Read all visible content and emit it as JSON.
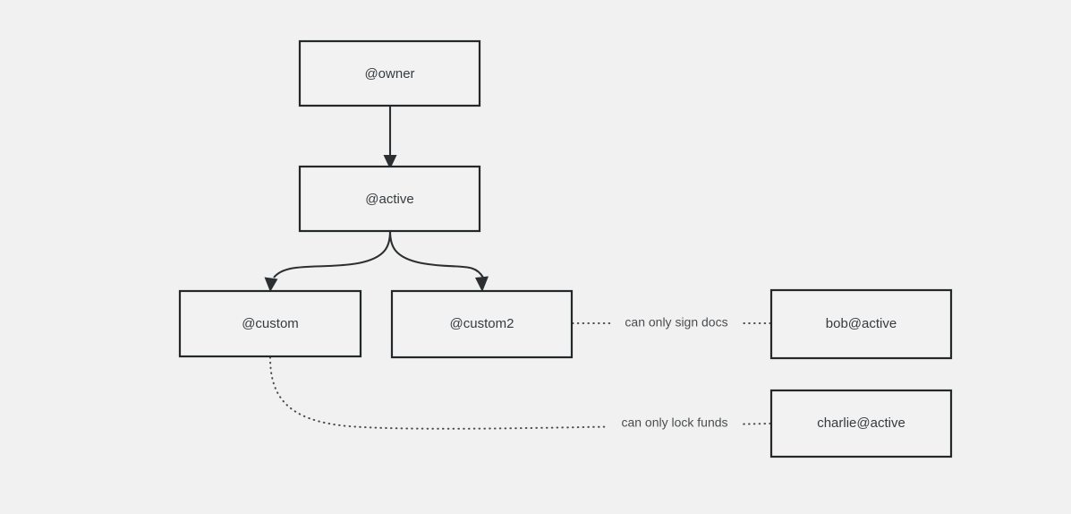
{
  "diagram": {
    "type": "flowchart",
    "background_color": "#f1f1f1",
    "node_fill_color": "#f2f2f2",
    "node_border_color": "#25282a",
    "text_color": "#363b3f",
    "edge_color": "#2c2f31",
    "nodes": [
      {
        "id": "owner",
        "label": "@owner"
      },
      {
        "id": "active",
        "label": "@active"
      },
      {
        "id": "custom",
        "label": "@custom"
      },
      {
        "id": "custom2",
        "label": "@custom2"
      },
      {
        "id": "bob",
        "label": "bob@active"
      },
      {
        "id": "charlie",
        "label": "charlie@active"
      }
    ],
    "edges": [
      {
        "from": "owner",
        "to": "active",
        "style": "solid",
        "arrow": true,
        "label": ""
      },
      {
        "from": "active",
        "to": "custom",
        "style": "solid",
        "arrow": true,
        "label": ""
      },
      {
        "from": "active",
        "to": "custom2",
        "style": "solid",
        "arrow": true,
        "label": ""
      },
      {
        "from": "custom2",
        "to": "bob",
        "style": "dotted",
        "arrow": false,
        "label": "can only sign docs"
      },
      {
        "from": "custom",
        "to": "charlie",
        "style": "dotted",
        "arrow": false,
        "label": "can only lock funds"
      }
    ]
  }
}
